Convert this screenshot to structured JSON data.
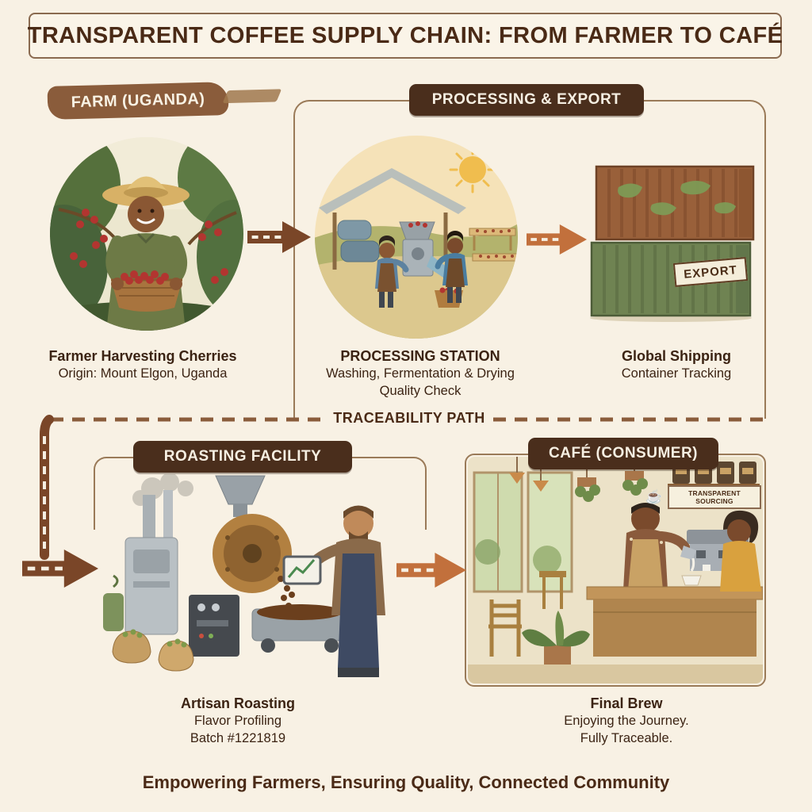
{
  "title": "TRANSPARENT COFFEE SUPPLY CHAIN: FROM FARMER TO CAFÉ",
  "farm": {
    "label": "FARM (UGANDA)",
    "caption_title": "Farmer Harvesting Cherries",
    "caption_sub": "Origin: Mount Elgon, Uganda"
  },
  "processing": {
    "label": "PROCESSING & EXPORT",
    "caption_title": "PROCESSING STATION",
    "caption_line1": "Washing, Fermentation & Drying",
    "caption_line2": "Quality Check"
  },
  "shipping": {
    "export_stamp": "EXPORT",
    "caption_title": "Global Shipping",
    "caption_sub": "Container Tracking"
  },
  "traceability": {
    "label": "TRACEABILITY PATH"
  },
  "roasting": {
    "label": "ROASTING FACILITY",
    "caption_title": "Artisan Roasting",
    "caption_line1": "Flavor Profiling",
    "caption_line2": "Batch #1221819"
  },
  "cafe": {
    "label": "CAFÉ (CONSUMER)",
    "sign": "TRANSPARENT SOURCING",
    "caption_title": "Final Brew",
    "caption_line1": "Enjoying the Journey.",
    "caption_line2": "Fully Traceable."
  },
  "footer": "Empowering Farmers, Ensuring Quality, Connected Community",
  "colors": {
    "background": "#f8f1e4",
    "text_dark": "#4a2a16",
    "pill_brown": "#4a2e1c",
    "banner_brown": "#8a5c3b",
    "arrow_brown": "#7a4628",
    "arrow_orange": "#c2703c",
    "frame_line": "#9a7a58",
    "cherry_red": "#b23530",
    "container_rust": "#99603a",
    "container_green": "#6f8352"
  }
}
